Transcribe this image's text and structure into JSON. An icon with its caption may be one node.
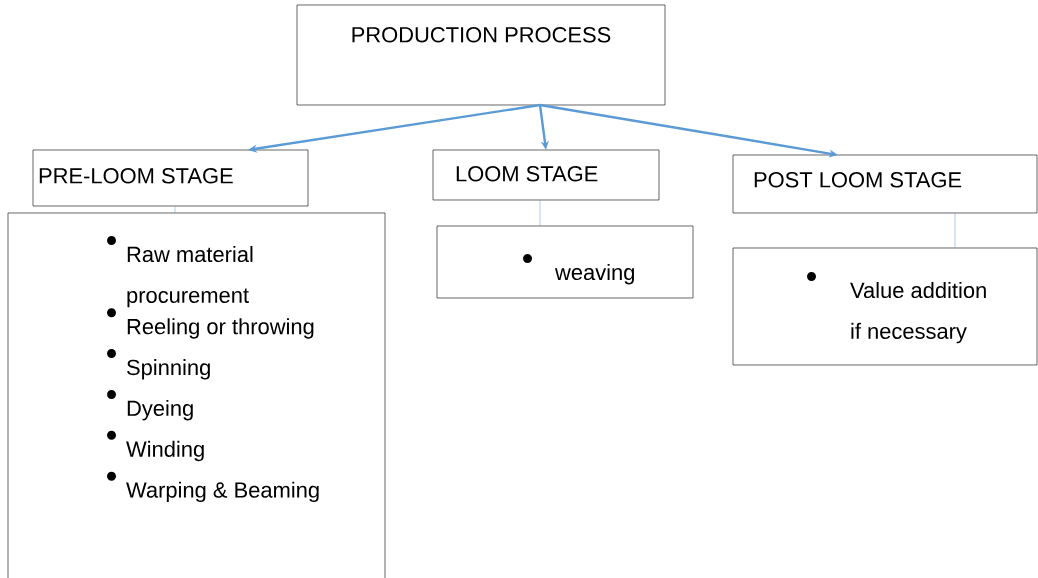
{
  "diagram": {
    "nodes": [
      {
        "text": [
          "PRODUCTION PROCESS"
        ]
      },
      {
        "text": [
          "PRE-LOOM STAGE"
        ]
      },
      {
        "text": [
          "LOOM STAGE"
        ]
      },
      {
        "text": [
          "POST LOOM STAGE"
        ]
      },
      {
        "text": [
          "Raw material procurement",
          "Reeling or throwing",
          "Spinning",
          "Dyeing",
          "Winding",
          "Warping & Beaming"
        ]
      },
      {
        "text": [
          "weaving"
        ]
      },
      {
        "text": [
          "Value addition if necessary"
        ]
      }
    ],
    "edges": [
      {
        "from": 0,
        "to": 1,
        "arrow": "to",
        "style": "thick"
      },
      {
        "from": 0,
        "to": 2,
        "arrow": "to",
        "style": "thick"
      },
      {
        "from": 0,
        "to": 3,
        "arrow": "to",
        "style": "thick"
      },
      {
        "from": 1,
        "to": 4,
        "arrow": "none"
      },
      {
        "from": 2,
        "to": 5,
        "arrow": "none"
      },
      {
        "from": 3,
        "to": 6,
        "arrow": "none"
      }
    ]
  }
}
